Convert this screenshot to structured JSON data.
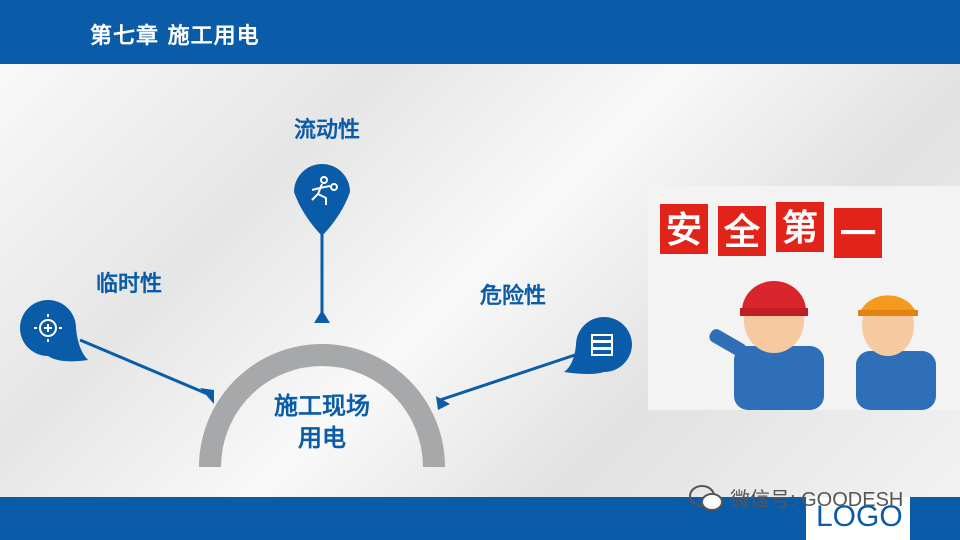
{
  "header": {
    "title": "第七章   施工用电"
  },
  "center": {
    "line1": "施工现场",
    "line2": "用电"
  },
  "nodes": [
    {
      "label": "流动性",
      "icon": "running-person-icon"
    },
    {
      "label": "临时性",
      "icon": "gear-plus-icon"
    },
    {
      "label": "危险性",
      "icon": "stacked-books-icon"
    }
  ],
  "poster": {
    "chars": [
      "安",
      "全",
      "第",
      "一"
    ]
  },
  "footer": {
    "wechat": "微信号: GOODESH",
    "logo": "LOGO"
  },
  "colors": {
    "primary": "#0a5ca8",
    "ring": "#a7a8aa",
    "poster_red": "#e2231a"
  }
}
